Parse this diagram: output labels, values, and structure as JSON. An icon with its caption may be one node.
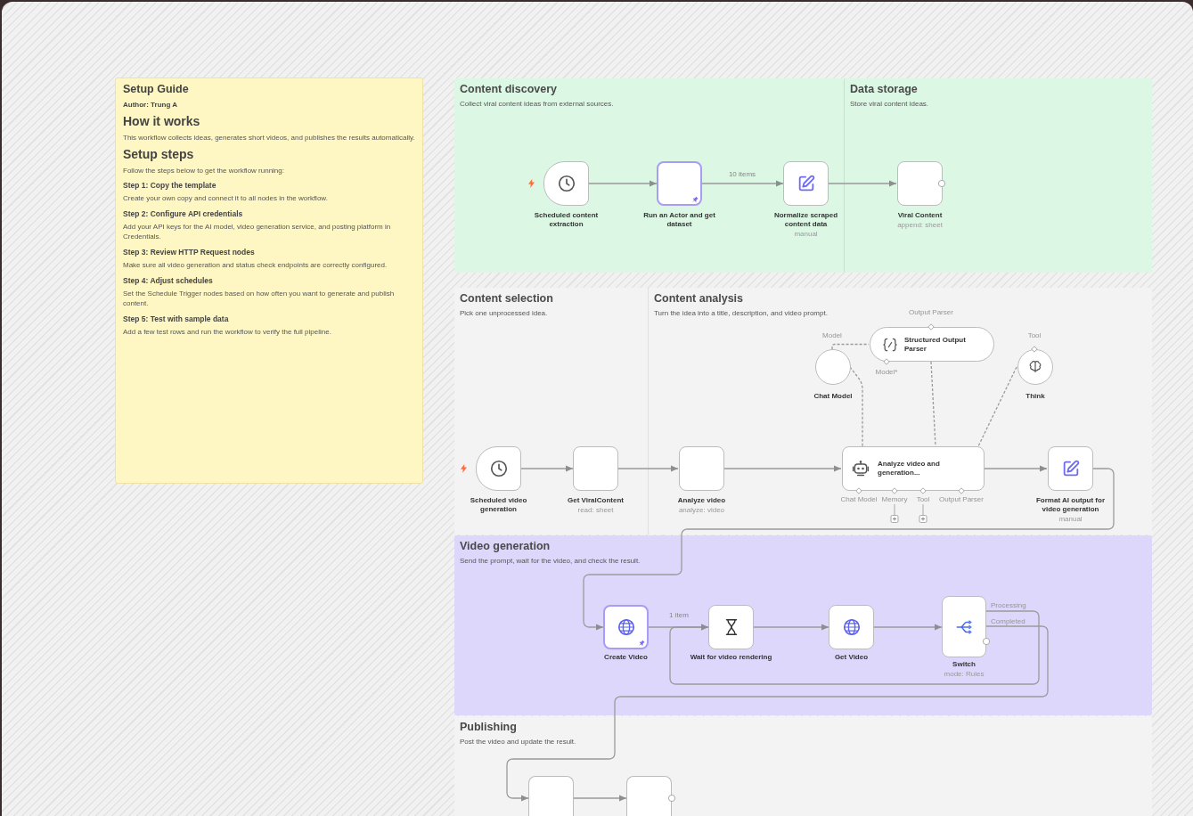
{
  "diagram": {
    "nodes": [
      {
        "text": [
          "Setup Guide",
          "Author: Trung A",
          "How it works",
          "This workflow collects ideas, generates short videos, and publishes the results automatically.",
          "Setup steps",
          "Follow the steps below to get the workflow running:",
          "Step 1: Copy the template",
          "Create your own copy and connect it to all nodes in the workflow.",
          "Step 2: Configure API credentials",
          "Add your API keys for the AI model, video generation service, and posting platform in Credentials.",
          "Step 3: Review HTTP Request nodes",
          "Make sure all video generation and status check endpoints are correctly configured.",
          "Step 4: Adjust schedules",
          "Set the Schedule Trigger nodes based on how often you want to generate and publish content.",
          "Step 5: Test with sample data",
          "Add a few test rows and run the workflow to verify the full pipeline."
        ]
      },
      {
        "text": [
          "Content discovery",
          "Collect viral content ideas from external sources."
        ]
      },
      {
        "text": [
          "Scheduled content extraction"
        ],
        "in": 1
      },
      {
        "text": [
          "Run an Actor and get dataset"
        ],
        "in": 1
      },
      {
        "text": [
          "Normalize scraped content data",
          "manual"
        ],
        "in": 1
      },
      {
        "text": [
          "Data storage",
          "Store viral content ideas."
        ]
      },
      {
        "text": [
          "Viral Content",
          "append: sheet"
        ],
        "in": 5
      },
      {
        "text": [
          "Content selection",
          "Pick one unprocessed idea."
        ]
      },
      {
        "text": [
          "Scheduled video generation"
        ],
        "in": 7
      },
      {
        "text": [
          "Get ViralContent",
          "read: sheet"
        ],
        "in": 7
      },
      {
        "text": [
          "Content analysis",
          "Turn the idea into a title, description, and video prompt."
        ]
      },
      {
        "text": [
          "Analyze video",
          "analyze: video"
        ],
        "in": 10
      },
      {
        "text": [
          "Chat Model"
        ],
        "beside": [
          "Model"
        ],
        "in": 10
      },
      {
        "text": [
          "Structured Output Parser"
        ],
        "beside": [
          "Output Parser",
          "Model*"
        ],
        "in": 10
      },
      {
        "text": [
          "Think"
        ],
        "beside": [
          "Tool"
        ],
        "in": 10
      },
      {
        "text": [
          "Analyze video and generation..."
        ],
        "beside": [
          "Chat Model",
          "Memory",
          "Tool",
          "Output Parser"
        ],
        "in": 10
      },
      {
        "text": [
          "Format AI output for video generation",
          "manual"
        ],
        "in": 10
      },
      {
        "text": [
          "Video generation",
          "Send the prompt, wait for the video, and check the result."
        ]
      },
      {
        "text": [
          "Create Video"
        ],
        "in": 17
      },
      {
        "text": [
          "Wait for video rendering"
        ],
        "in": 17
      },
      {
        "text": [
          "Get Video"
        ],
        "in": 17
      },
      {
        "text": [
          "Switch",
          "mode: Rules"
        ],
        "beside": [
          "Processing",
          "Completed"
        ],
        "in": 17
      },
      {
        "text": [
          "Publishing",
          "Post the video and update the result."
        ]
      },
      {
        "text": [],
        "shape": "box",
        "in": 22
      },
      {
        "text": [],
        "shape": "box",
        "in": 22
      }
    ],
    "edges": [
      {
        "from": 2,
        "to": 3,
        "arrow": "to"
      },
      {
        "from": 3,
        "to": 4,
        "arrow": "to",
        "label": "10 items"
      },
      {
        "from": 4,
        "to": 6,
        "arrow": "to"
      },
      {
        "from": 8,
        "to": 9,
        "arrow": "to"
      },
      {
        "from": 9,
        "to": 11,
        "arrow": "to"
      },
      {
        "from": 11,
        "to": 15,
        "arrow": "to"
      },
      {
        "from": 15,
        "to": 16,
        "arrow": "to"
      },
      {
        "from": 16,
        "to": 18,
        "arrow": "to"
      },
      {
        "from": 18,
        "to": 19,
        "arrow": "to",
        "label": "1 item"
      },
      {
        "from": 19,
        "to": 20,
        "arrow": "to"
      },
      {
        "from": 20,
        "to": 21,
        "arrow": "to"
      },
      {
        "from": 21,
        "to": 19,
        "arrow": "to"
      },
      {
        "from": 21,
        "to": 23,
        "arrow": "to"
      },
      {
        "from": 23,
        "to": 24,
        "arrow": "to"
      },
      {
        "from": 12,
        "to": 15,
        "arrow": "none",
        "style": "dashed"
      },
      {
        "from": 12,
        "to": 13,
        "arrow": "none",
        "style": "dashed"
      },
      {
        "from": 13,
        "to": 15,
        "arrow": "none",
        "style": "dashed"
      },
      {
        "from": 14,
        "to": 15,
        "arrow": "none",
        "style": "dashed"
      }
    ]
  }
}
